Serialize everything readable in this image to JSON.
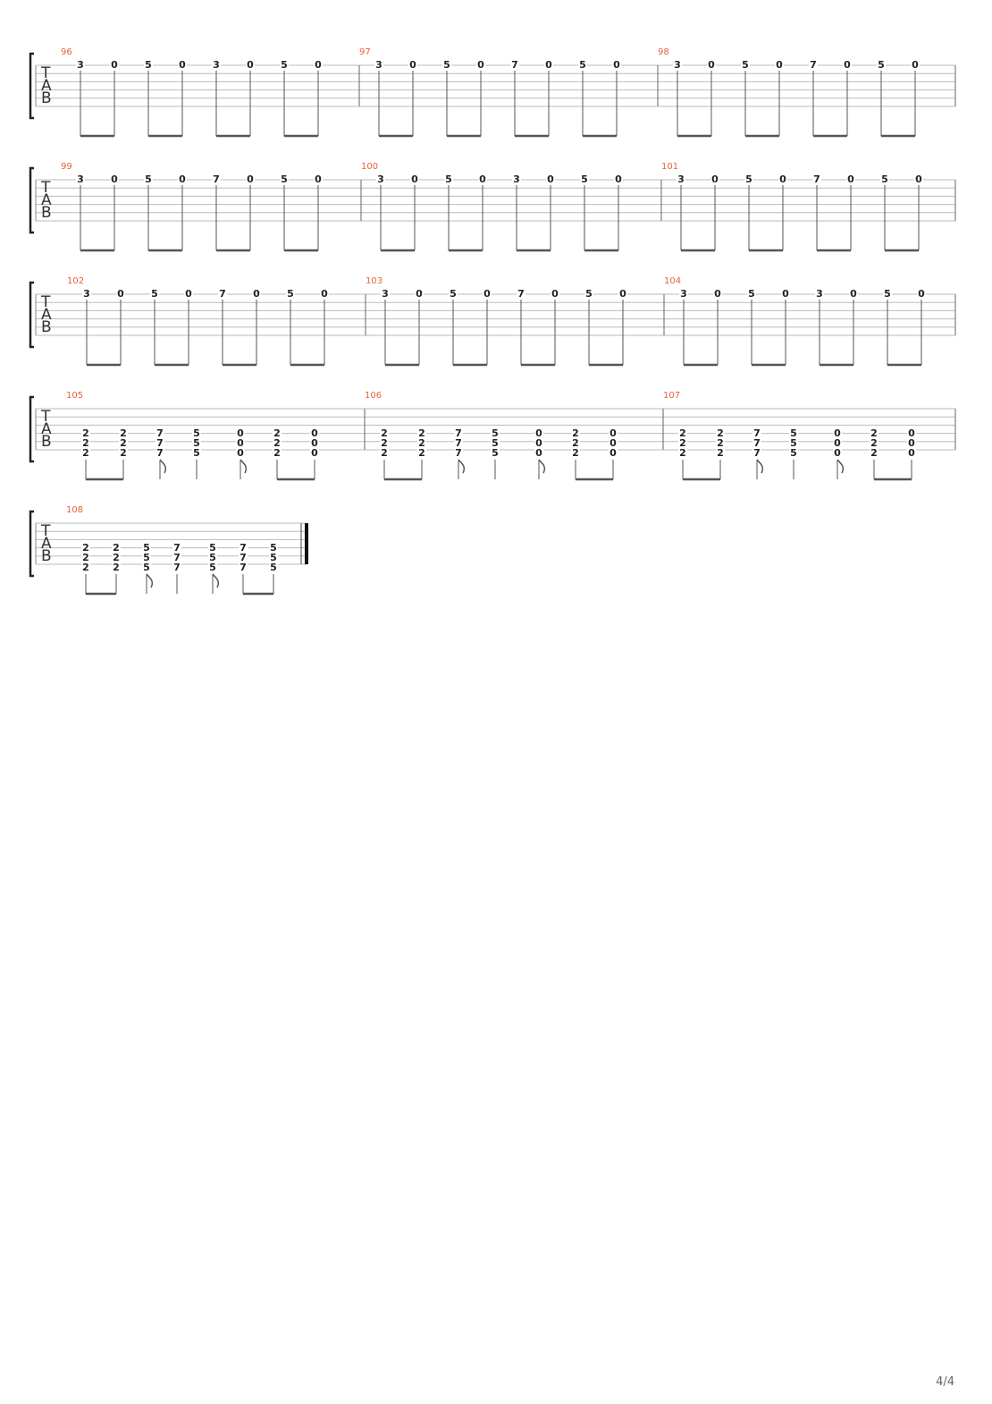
{
  "page_number": "4/4",
  "clef_letters": [
    "T",
    "A",
    "B"
  ],
  "systems": [
    {
      "measures": [
        {
          "number": "96",
          "notes": [
            [
              "3"
            ],
            [
              "0"
            ],
            [
              "5"
            ],
            [
              "0"
            ],
            [
              "3"
            ],
            [
              "0"
            ],
            [
              "5"
            ],
            [
              "0"
            ]
          ]
        },
        {
          "number": "97",
          "notes": [
            [
              "3"
            ],
            [
              "0"
            ],
            [
              "5"
            ],
            [
              "0"
            ],
            [
              "7"
            ],
            [
              "0"
            ],
            [
              "5"
            ],
            [
              "0"
            ]
          ]
        },
        {
          "number": "98",
          "notes": [
            [
              "3"
            ],
            [
              "0"
            ],
            [
              "5"
            ],
            [
              "0"
            ],
            [
              "7"
            ],
            [
              "0"
            ],
            [
              "5"
            ],
            [
              "0"
            ]
          ]
        }
      ]
    },
    {
      "measures": [
        {
          "number": "99",
          "notes": [
            [
              "3"
            ],
            [
              "0"
            ],
            [
              "5"
            ],
            [
              "0"
            ],
            [
              "7"
            ],
            [
              "0"
            ],
            [
              "5"
            ],
            [
              "0"
            ]
          ]
        },
        {
          "number": "100",
          "notes": [
            [
              "3"
            ],
            [
              "0"
            ],
            [
              "5"
            ],
            [
              "0"
            ],
            [
              "3"
            ],
            [
              "0"
            ],
            [
              "5"
            ],
            [
              "0"
            ]
          ]
        },
        {
          "number": "101",
          "notes": [
            [
              "3"
            ],
            [
              "0"
            ],
            [
              "5"
            ],
            [
              "0"
            ],
            [
              "7"
            ],
            [
              "0"
            ],
            [
              "5"
            ],
            [
              "0"
            ]
          ]
        }
      ]
    },
    {
      "measures": [
        {
          "number": "102",
          "notes": [
            [
              "3"
            ],
            [
              "0"
            ],
            [
              "5"
            ],
            [
              "0"
            ],
            [
              "7"
            ],
            [
              "0"
            ],
            [
              "5"
            ],
            [
              "0"
            ]
          ]
        },
        {
          "number": "103",
          "notes": [
            [
              "3"
            ],
            [
              "0"
            ],
            [
              "5"
            ],
            [
              "0"
            ],
            [
              "7"
            ],
            [
              "0"
            ],
            [
              "5"
            ],
            [
              "0"
            ]
          ]
        },
        {
          "number": "104",
          "notes": [
            [
              "3"
            ],
            [
              "0"
            ],
            [
              "5"
            ],
            [
              "0"
            ],
            [
              "3"
            ],
            [
              "0"
            ],
            [
              "5"
            ],
            [
              "0"
            ]
          ]
        }
      ]
    },
    {
      "measures": [
        {
          "number": "105",
          "notes": [
            [
              "2",
              "2",
              "2"
            ],
            [
              "2",
              "2",
              "2"
            ],
            [
              "7",
              "7",
              "7"
            ],
            [
              "5",
              "5",
              "5"
            ],
            [
              "0",
              "0",
              "0"
            ],
            [
              "2",
              "2",
              "2"
            ],
            [
              "0",
              "0",
              "0"
            ]
          ]
        },
        {
          "number": "106",
          "notes": [
            [
              "2",
              "2",
              "2"
            ],
            [
              "2",
              "2",
              "2"
            ],
            [
              "7",
              "7",
              "7"
            ],
            [
              "5",
              "5",
              "5"
            ],
            [
              "0",
              "0",
              "0"
            ],
            [
              "2",
              "2",
              "2"
            ],
            [
              "0",
              "0",
              "0"
            ]
          ]
        },
        {
          "number": "107",
          "notes": [
            [
              "2",
              "2",
              "2"
            ],
            [
              "2",
              "2",
              "2"
            ],
            [
              "7",
              "7",
              "7"
            ],
            [
              "5",
              "5",
              "5"
            ],
            [
              "0",
              "0",
              "0"
            ],
            [
              "2",
              "2",
              "2"
            ],
            [
              "0",
              "0",
              "0"
            ]
          ]
        }
      ]
    },
    {
      "measures": [
        {
          "number": "108",
          "notes": [
            [
              "2",
              "2",
              "2"
            ],
            [
              "2",
              "2",
              "2"
            ],
            [
              "5",
              "5",
              "5"
            ],
            [
              "7",
              "7",
              "7"
            ],
            [
              "5",
              "5",
              "5"
            ],
            [
              "7",
              "7",
              "7"
            ],
            [
              "5",
              "5",
              "5"
            ]
          ]
        }
      ]
    }
  ]
}
